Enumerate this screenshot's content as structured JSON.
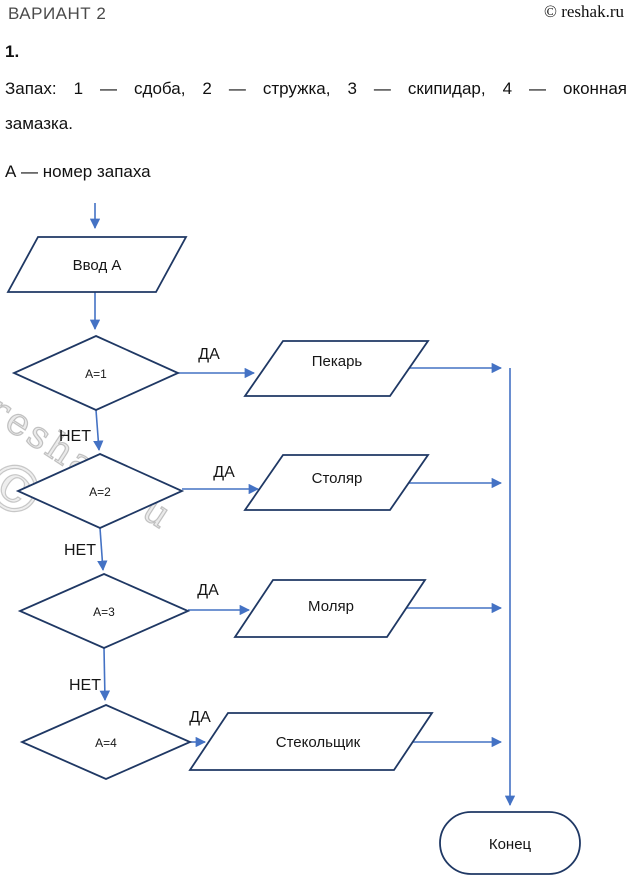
{
  "page": {
    "variant_label": "ВАРИАНТ 2",
    "copyright": "© reshak.ru",
    "watermark_text": "reshak.ru",
    "watermark_symbol": "©"
  },
  "task": {
    "number": "1.",
    "line1": "Запах: 1 — сдоба, 2 — стружка, 3 — скипидар, 4 — оконная",
    "line2": "замазка.",
    "legend": "А — номер запаха"
  },
  "flowchart": {
    "input_label": "Ввод А",
    "end_label": "Конец",
    "decisions": [
      {
        "condition": "А=1",
        "yes": "ДА",
        "no": "НЕТ",
        "output": "Пекарь"
      },
      {
        "condition": "А=2",
        "yes": "ДА",
        "no": "НЕТ",
        "output": "Столяр"
      },
      {
        "condition": "А=3",
        "yes": "ДА",
        "no": "НЕТ",
        "output": "Моляр"
      },
      {
        "condition": "А=4",
        "yes": "ДА",
        "output": "Стекольщик"
      }
    ],
    "colors": {
      "shape_stroke": "#1f3864",
      "connector": "#4472c4"
    }
  }
}
